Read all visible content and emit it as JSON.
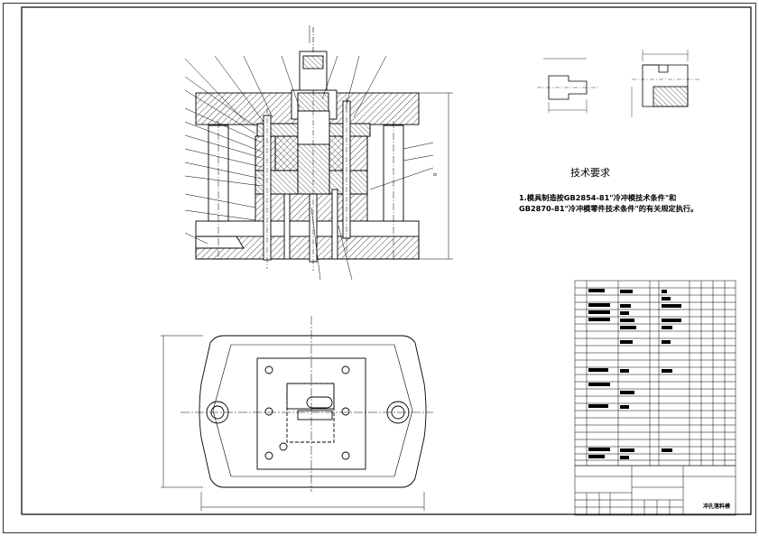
{
  "technical_requirements": {
    "title": "技术要求",
    "line1": "1.模具制造按GB2854-81\"冷冲模技术条件\"和",
    "line2": "GB2870-81\"冷冲模零件技术条件\"的有关规定执行。"
  },
  "title_block": {
    "drawing_name": "冲孔落料模"
  },
  "icons": {
    "section_view": "die-section-view-drawing",
    "plan_view": "die-plan-view-drawing",
    "detail_views": "part-detail-drawing"
  }
}
